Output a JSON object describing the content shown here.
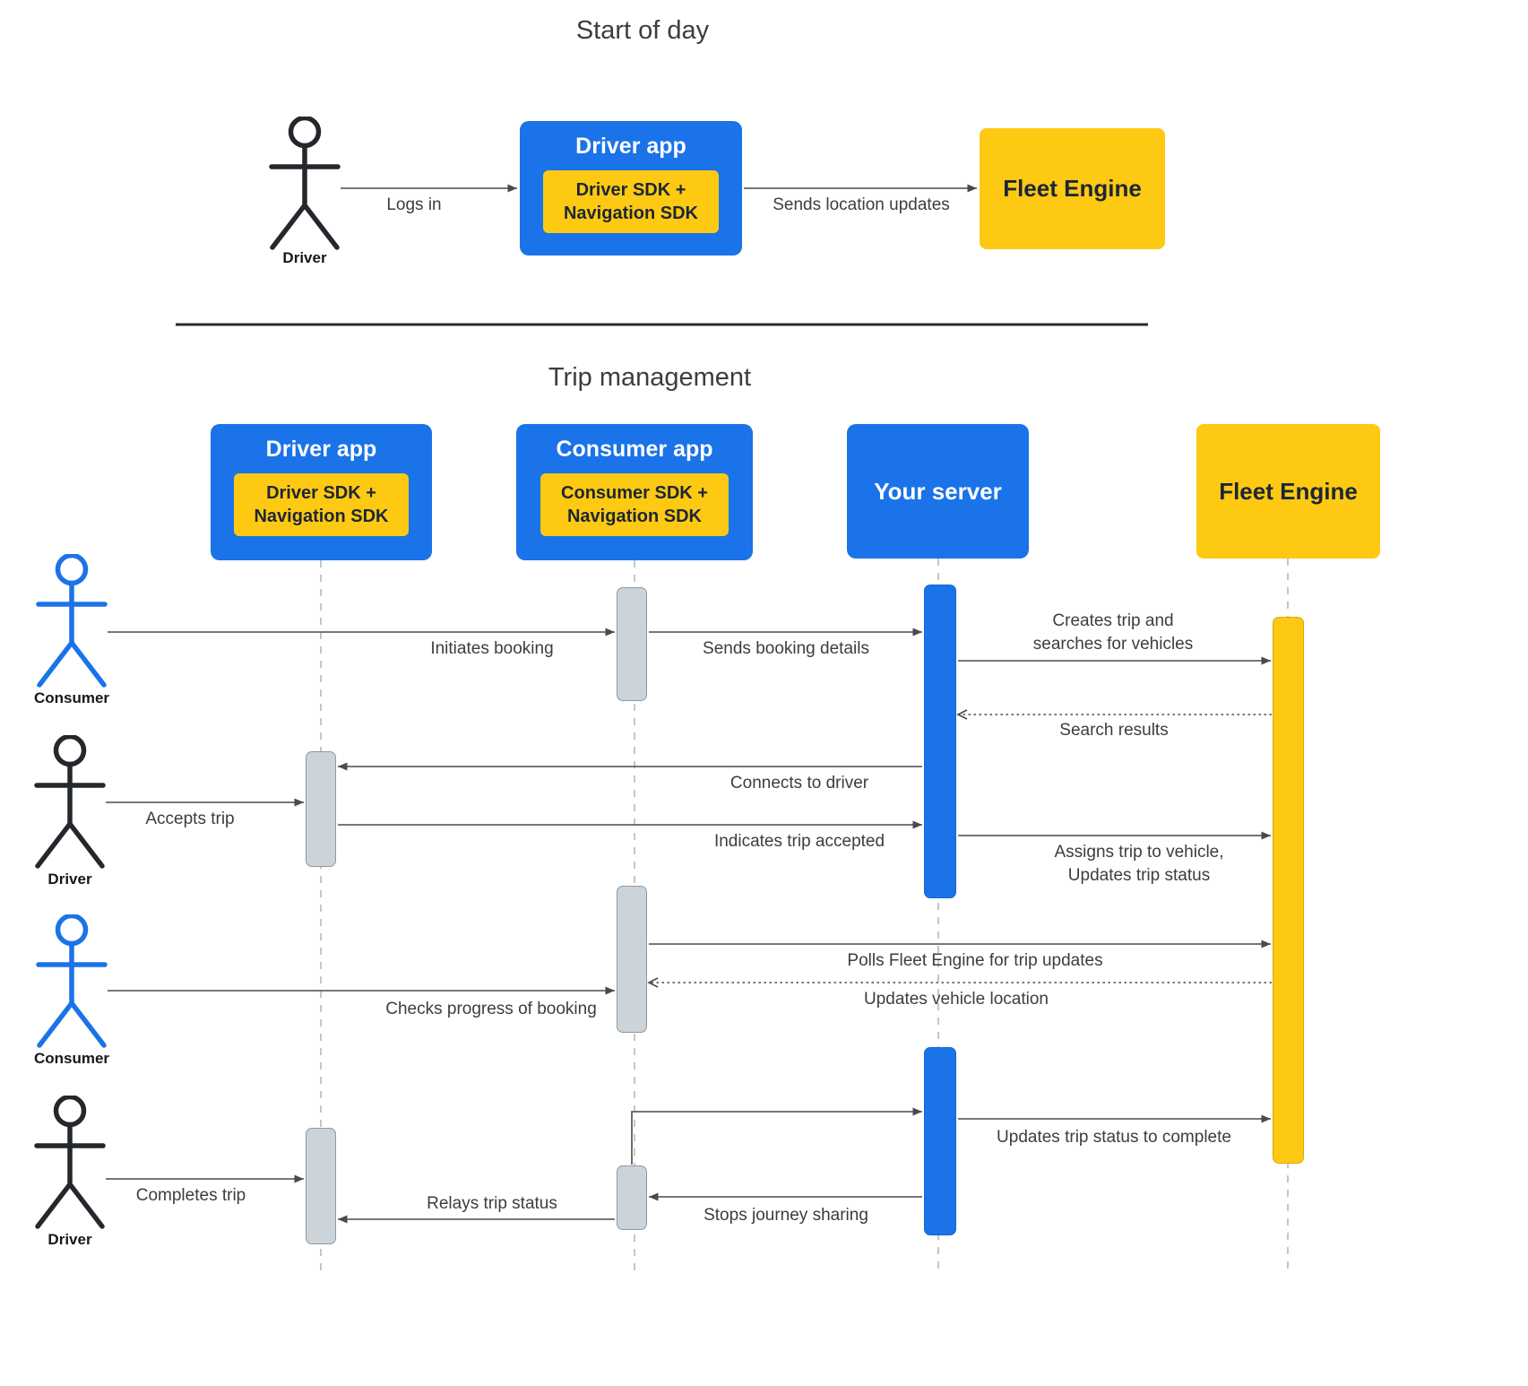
{
  "colors": {
    "brand-blue": "#1a73e8",
    "brand-yellow": "#fdc913",
    "bar-gray": "#ccd4da",
    "bar-gray-border": "#8d99a3",
    "line-gray": "#4a4a4a",
    "lifeline-gray": "#c2c7cc",
    "box-text-dark": "#1d2633"
  },
  "start_of_day": {
    "title": "Start of day",
    "driver_actor_label": "Driver",
    "driver_app": {
      "title": "Driver app",
      "sdk_label": "Driver SDK + Navigation SDK"
    },
    "fleet_engine_label": "Fleet Engine",
    "messages": {
      "logs_in": "Logs in",
      "sends_location_updates": "Sends location updates"
    }
  },
  "trip_management": {
    "title": "Trip management",
    "headers": {
      "driver_app": {
        "title": "Driver app",
        "sdk_label": "Driver SDK + Navigation SDK"
      },
      "consumer_app": {
        "title": "Consumer app",
        "sdk_label": "Consumer SDK + Navigation SDK"
      },
      "your_server_label": "Your server",
      "fleet_engine_label": "Fleet Engine"
    },
    "actors": {
      "consumer_1": "Consumer",
      "driver_1": "Driver",
      "consumer_2": "Consumer",
      "driver_2": "Driver"
    },
    "messages": {
      "initiates_booking": "Initiates booking",
      "sends_booking_details": "Sends booking details",
      "creates_trip_and_searches": "Creates trip and searches for vehicles",
      "search_results": "Search results",
      "connects_to_driver": "Connects to driver",
      "accepts_trip": "Accepts trip",
      "indicates_trip_accepted": "Indicates trip accepted",
      "assigns_trip_updates_status": "Assigns trip to vehicle, Updates trip status",
      "polls_fleet_engine": "Polls Fleet Engine for trip updates",
      "updates_vehicle_location": "Updates vehicle location",
      "checks_progress_of_booking": "Checks progress of booking",
      "updates_trip_status_to_complete": "Updates trip status to complete",
      "completes_trip": "Completes trip",
      "stops_journey_sharing": "Stops journey sharing",
      "relays_trip_status": "Relays trip status"
    }
  }
}
